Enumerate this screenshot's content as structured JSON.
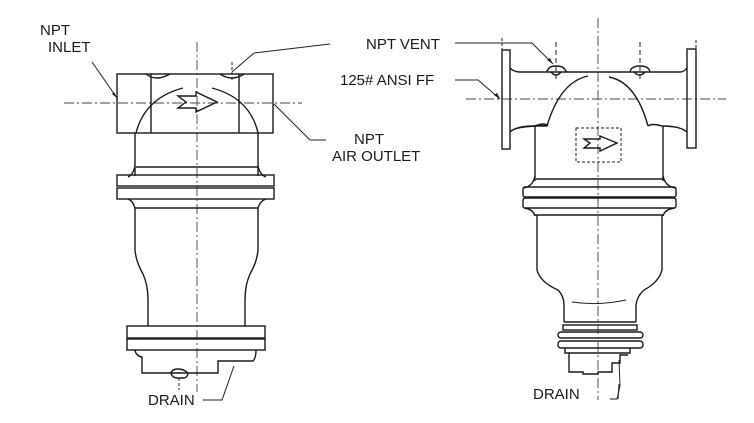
{
  "diagram": {
    "type": "technical-drawing",
    "subject": "Air eliminator / separator elevation views",
    "views": [
      {
        "id": "left-view",
        "connection_type": "threaded",
        "labels": {
          "inlet": [
            "NPT",
            "INLET"
          ],
          "outlet": [
            "NPT",
            "AIR OUTLET"
          ],
          "drain": "DRAIN"
        },
        "flow_arrow": "right"
      },
      {
        "id": "right-view",
        "connection_type": "flanged",
        "labels": {
          "vent": "NPT VENT",
          "flange": "125# ANSI FF",
          "drain": "DRAIN"
        },
        "flow_arrow": "right"
      }
    ],
    "colors": {
      "line": "#1a1a1a",
      "background": "#ffffff"
    }
  }
}
